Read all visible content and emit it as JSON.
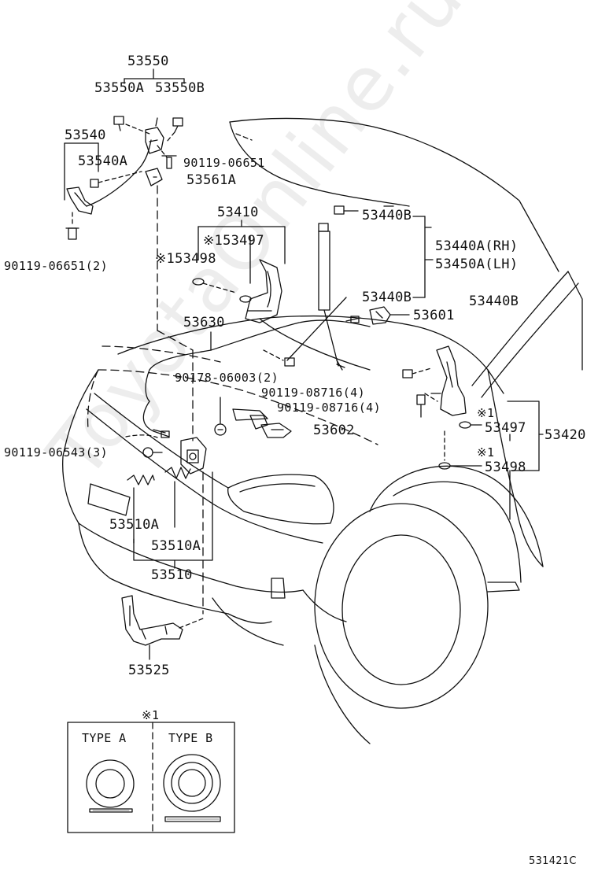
{
  "watermark": "ToyotaOnline.ru",
  "diagram_code": "531421C",
  "labels": {
    "p53550": "53550",
    "p53550a": "53550A",
    "p53550b": "53550B",
    "p53540": "53540",
    "p53540a": "53540A",
    "bolt_90119_06651": "90119-06651",
    "p53561a": "53561A",
    "bolt_90119_06651_2": "90119-06651(2)",
    "p53410": "53410",
    "p53497_top": "※153497",
    "p53498_top": "※153498",
    "p53440b_top": "53440B",
    "p53440a_rh": "53440A(RH)",
    "p53450a_lh": "53450A(LH)",
    "p53440b_mid": "53440B",
    "p53440b_right": "53440B",
    "p53601": "53601",
    "p53630": "53630",
    "clip_90178": "90178-06003(2)",
    "bolt_90119_08716_a": "90119-08716(4)",
    "bolt_90119_08716_b": "90119-08716(4)",
    "p53602": "53602",
    "bolt_90119_06543": "90119-06543(3)",
    "mark_1_a": "※1",
    "p53497_right": "53497",
    "mark_1_b": "※1",
    "p53498_right": "53498",
    "p53420": "53420",
    "p53510a_a": "53510A",
    "p53510a_b": "53510A",
    "p53510": "53510",
    "p53525": "53525"
  },
  "legend": {
    "mark": "※1",
    "type_a": "TYPE  A",
    "type_b": "TYPE  B"
  }
}
